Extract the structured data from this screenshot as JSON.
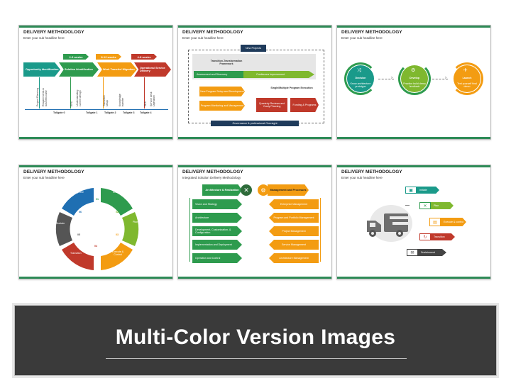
{
  "slide_title": "DELIVERY METHODOLOGY",
  "slide_subtitle": "Enter your sub headline here",
  "banner_title": "Multi-Color Version Images",
  "colors": {
    "green": "#2e9b4e",
    "teal": "#1a9a8a",
    "orange": "#f39c12",
    "red": "#c0392b",
    "blue": "#1f6fb2",
    "banner": "#3a3a3a"
  },
  "s1": {
    "weeks": [
      "2-3 weeks",
      "8-12 weeks",
      "4-8 weeks"
    ],
    "phases": [
      "Opportunity Identification",
      "Solution Identification",
      "Work Transfer/ Migration",
      "Operations/ Service Delivery"
    ],
    "bullets": [
      [
        "Project Planning",
        "Requirements & business case"
      ],
      [
        "RFX",
        "Understanding current design"
      ],
      [
        "Transition setup"
      ],
      [
        "Knowledge transfer"
      ],
      [
        "SLA",
        "Service desk Operation"
      ]
    ],
    "tollgates": [
      "Tollgate 0",
      "Tollgate 1",
      "Tollgate 2",
      "Tollgate 3",
      "Tollgate 4"
    ]
  },
  "s2": {
    "new_projects": "New Projects",
    "framework": "Transition-Transformation Framework",
    "assessment": "Assessment and Discovery",
    "continuous": "Continuous Improvement",
    "new_program": "New Program Setup and Development",
    "monitoring": "Program Monitoring and Management",
    "single_multiple": "Single/Multiple Program Execution",
    "quarterly": "Quarterly Reviews and Yearly Planning",
    "funding": "Funding & Programs",
    "governance": "Governance & professional Oversight"
  },
  "s3": {
    "steps": [
      {
        "label": "Decision",
        "desc": "Know architecture prototype"
      },
      {
        "label": "Develop",
        "desc": "Practice build demo feedback"
      },
      {
        "label": "Launch",
        "desc": "Test yourself final demo"
      }
    ]
  },
  "s4": {
    "segments": [
      {
        "label": "Initiate",
        "num": "01"
      },
      {
        "label": "Plan",
        "num": "02"
      },
      {
        "label": "Execute & Control",
        "num": "03"
      },
      {
        "label": "Transition",
        "num": "04"
      },
      {
        "label": "Sustain",
        "num": "05"
      },
      {
        "label": "Improve",
        "num": "06"
      }
    ]
  },
  "s5": {
    "subtitle": "Integrated Solution Delivery Methodology",
    "left_header": "Architecture & Realization",
    "right_header": "Management and Processes",
    "left_items": [
      "Vision and Strategy",
      "Architecture",
      "Development, Customization, & Configuration",
      "Implementation and Deployment",
      "Operation and Control"
    ],
    "right_items": [
      "Enterprise Management",
      "Program and Portfolio Management",
      "Project Management",
      "Service Management",
      "Architecture Management"
    ]
  },
  "s6": {
    "items": [
      "Initiate",
      "Plan",
      "Execute & control",
      "Transition",
      "Sustainment"
    ]
  }
}
